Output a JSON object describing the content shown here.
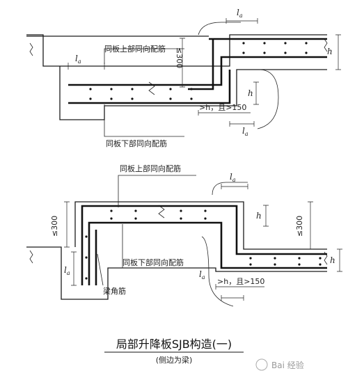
{
  "diagram": {
    "top": {
      "label_top_rebar": "同板上部同向配筋",
      "label_bottom_rebar": "同板下部同向配筋",
      "dim_300": "≤300",
      "dim_h": "h",
      "dim_la": "l",
      "dim_la_sub": "a",
      "dim_cond": ">h，且>150"
    },
    "bottom": {
      "label_top_rebar": "同板上部同向配筋",
      "label_bottom_rebar": "同板下部同向配筋",
      "label_beam_corner": "梁角筋",
      "dim_300_left": "≤300",
      "dim_300_right": "≤300",
      "dim_h": "h",
      "dim_la": "l",
      "dim_la_sub": "a",
      "dim_cond": ">h，且>150"
    }
  },
  "caption": {
    "title": "局部升降板SJB构造(一)",
    "subtitle": "(侧边为梁)"
  },
  "watermark": "Bai 经验"
}
